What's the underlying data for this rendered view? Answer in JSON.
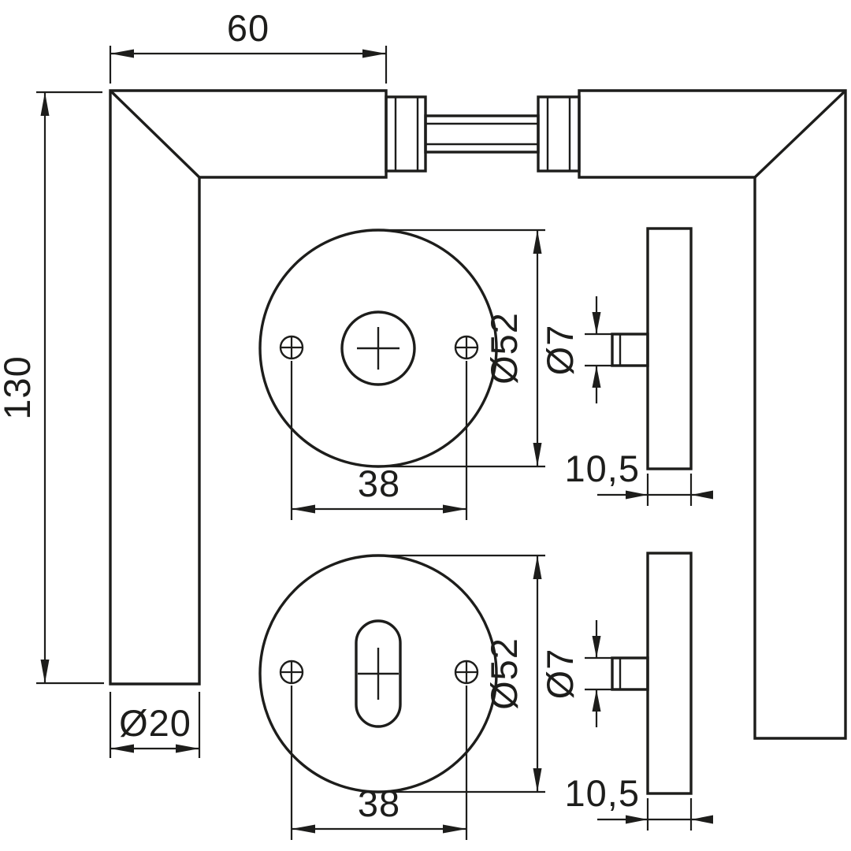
{
  "drawing": {
    "background": "#ffffff",
    "stroke": "#1d1d1b",
    "views": {
      "handle_front": {
        "grip_length_label": "60",
        "overall_height_label": "130",
        "grip_diameter_label": "Ø20"
      },
      "rosette_plain_front": {
        "diameter_label": "Ø52",
        "screw_spacing_label": "38"
      },
      "rosette_plain_side": {
        "pin_diameter_label": "Ø7",
        "thickness_label": "10,5"
      },
      "rosette_key_front": {
        "diameter_label": "Ø52",
        "screw_spacing_label": "38"
      },
      "rosette_key_side": {
        "pin_diameter_label": "Ø7",
        "thickness_label": "10,5"
      }
    }
  }
}
